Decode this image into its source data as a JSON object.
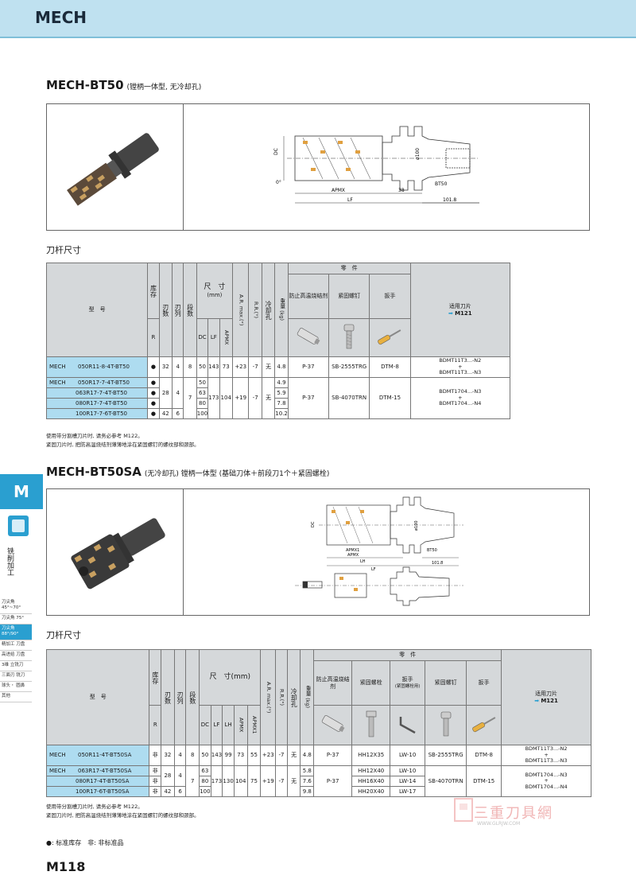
{
  "header": {
    "title": "MECH"
  },
  "section1": {
    "title": "MECH-BT50",
    "subtitle": "(镗柄一体型, 无冷却孔)",
    "drawing_labels": {
      "dc": "DC",
      "r": "0°",
      "phi": "ø100",
      "apmx": "APMX",
      "lf": "LF",
      "l38": "38",
      "bt": "BT50",
      "l101": "101.8"
    },
    "dims_title": "刀杆尺寸",
    "table": {
      "h_model": "型　号",
      "h_stock": "库存",
      "h_r": "R",
      "h_teeth": "刃数",
      "h_rows": "刃列",
      "h_steps": "段数",
      "h_dims": "尺　寸",
      "h_mm": "(mm)",
      "h_dc": "DC",
      "h_lf": "LF",
      "h_apmx": "APMX",
      "h_ar": "A.R. max.(°)",
      "h_rr": "R.R.(°)",
      "h_cool": "冷却孔",
      "h_weight": "重量 (kg)",
      "h_parts": "零　件",
      "h_anti": "防止高温烧结剂",
      "h_screw": "紧固螺钉",
      "h_wrench": "扳手",
      "h_insert": "适用刀片",
      "h_insert_ref": "M121",
      "rows": [
        {
          "series": "MECH",
          "model": "050R11-8-4T-BT50",
          "stock": "●",
          "teeth": "32",
          "rows": "4",
          "steps": "8",
          "dc": "50",
          "lf": "143",
          "apmx": "73",
          "ar": "+23",
          "rr": "-7",
          "cool": "无",
          "weight": "4.8",
          "anti": "P-37",
          "screw": "SB-2555TRG",
          "wrench": "DTM-8",
          "insert1": "BDMT11T3...-N2",
          "plus": "+",
          "insert2": "BDMT11T3...-N3"
        },
        {
          "series": "MECH",
          "model": "050R17-7-4T-BT50",
          "stock": "●",
          "dc": "50",
          "weight": "4.9"
        },
        {
          "model": "063R17-7-4T-BT50",
          "stock": "●",
          "dc": "63",
          "weight": "5.9"
        },
        {
          "model": "080R17-7-4T-BT50",
          "stock": "●",
          "dc": "80",
          "weight": "7.8"
        },
        {
          "model": "100R17-7-6T-BT50",
          "stock": "●",
          "dc": "100",
          "weight": "10.2"
        }
      ],
      "group2": {
        "teeth": "28",
        "rows": "4",
        "teeth_last": "42",
        "rows_last": "6",
        "steps": "7",
        "lf": "173",
        "apmx": "104",
        "ar": "+19",
        "rr": "-7",
        "cool": "无",
        "anti": "P-37",
        "screw": "SB-4070TRN",
        "wrench": "DTM-15",
        "insert1": "BDMT1704...-N3",
        "plus": "+",
        "insert2": "BDMT1704...-N4"
      }
    },
    "note1": "使用带分割槽刀片时, 请务必参考 M122。",
    "note2": "紧固刀片时, 把防高温烧结剂薄薄地涂在紧固螺钉的螺纹部和颈部。"
  },
  "section2": {
    "title": "MECH-BT50SA",
    "subtitle": "(无冷却孔) 镗柄一体型 (基础刀体＋前段刀1个＋紧固螺栓)",
    "drawing_labels": {
      "dc": "DC",
      "phi": "ø100",
      "apmx1": "APMX1",
      "apmx": "APMX",
      "lh": "LH",
      "lf": "LF",
      "bt": "BT50",
      "l101": "101.8"
    },
    "dims_title": "刀杆尺寸",
    "table": {
      "h_model": "型　号",
      "h_stock": "库存",
      "h_r": "R",
      "h_teeth": "刃数",
      "h_rows": "刃列",
      "h_steps": "段数",
      "h_dims": "尺　寸(mm)",
      "h_dc": "DC",
      "h_lf": "LF",
      "h_lh": "LH",
      "h_apmx": "APMX",
      "h_apmx1": "APMX1",
      "h_ar": "A.R. max.(°)",
      "h_rr": "R.R.(°)",
      "h_cool": "冷却孔",
      "h_weight": "重量 (kg)",
      "h_parts": "零　件",
      "h_anti": "防止高温烧结剂",
      "h_bolt": "紧固螺栓",
      "h_wrench_bolt": "扳手",
      "h_wrench_bolt_sub": "(紧固螺栓用)",
      "h_screw": "紧固螺钉",
      "h_wrench": "扳手",
      "h_insert": "适用刀片",
      "h_insert_ref": "M121",
      "rows": [
        {
          "series": "MECH",
          "model": "050R11-4T-BT50SA",
          "stock": "非",
          "teeth": "32",
          "rows": "4",
          "steps": "8",
          "dc": "50",
          "lf": "143",
          "lh": "99",
          "apmx": "73",
          "apmx1": "55",
          "ar": "+23",
          "rr": "-7",
          "cool": "无",
          "weight": "4.8",
          "anti": "P-37",
          "bolt": "HH12X35",
          "wbolt": "LW-10",
          "screw": "SB-2555TRG",
          "wrench": "DTM-8",
          "insert1": "BDMT11T3...-N2",
          "plus": "+",
          "insert2": "BDMT11T3...-N3"
        },
        {
          "series": "MECH",
          "model": "063R17-4T-BT50SA",
          "stock": "非",
          "dc": "63",
          "weight": "5.8",
          "bolt": "HH12X40",
          "wbolt": "LW-10"
        },
        {
          "model": "080R17-4T-BT50SA",
          "stock": "非",
          "dc": "80",
          "weight": "7.6",
          "bolt": "HH16X40",
          "wbolt": "LW-14"
        },
        {
          "model": "100R17-6T-BT50SA",
          "stock": "非",
          "dc": "100",
          "weight": "9.8",
          "bolt": "HH20X40",
          "wbolt": "LW-17"
        }
      ],
      "group2": {
        "teeth": "28",
        "rows": "4",
        "teeth_last": "42",
        "rows_last": "6",
        "steps": "7",
        "lf": "173",
        "lh": "130",
        "apmx": "104",
        "apmx1": "75",
        "ar": "+19",
        "rr": "-7",
        "cool": "无",
        "anti": "P-37",
        "screw": "SB-4070TRN",
        "wrench": "DTM-15",
        "insert1": "BDMT1704...-N3",
        "plus": "+",
        "insert2": "BDMT1704...-N4"
      }
    },
    "note1": "使用带分割槽刀片时, 请务必参考 M122。",
    "note2": "紧固刀片时, 把防高温烧结剂薄薄地涂在紧固螺钉的螺纹部和颈部。"
  },
  "legend": "●: 标准库存　非: 非标准品",
  "page_number": "M118",
  "side": {
    "tab": "M",
    "category": "铣削加工",
    "menu": [
      "刀尖角 45°~70°",
      "刀尖角 75°",
      "刀尖角 88°/90°",
      "精加工 刀盘",
      "高进给 刀盘",
      "3维 立铣刀",
      "三面刃 铣刀",
      "球头・ 圆鼻",
      "其他"
    ],
    "active_index": 2
  },
  "watermark": {
    "text": "三重刀具網",
    "url": "WWW.GLRJW.COM"
  },
  "colors": {
    "header_bg": "#bfe1f0",
    "accent": "#2a9fd0",
    "row_highlight": "#aedcf0",
    "table_header": "#d5d8da"
  }
}
